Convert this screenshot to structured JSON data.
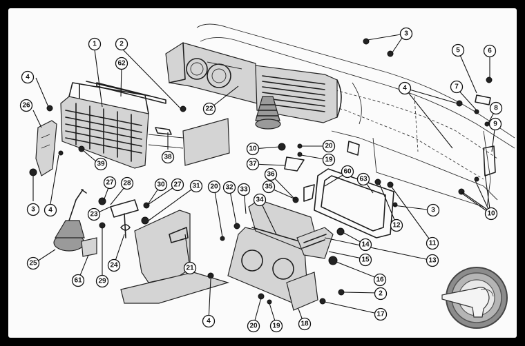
{
  "diagram": {
    "callouts": [
      {
        "id": "c1",
        "label": "1"
      },
      {
        "id": "c2a",
        "label": "2"
      },
      {
        "id": "c62",
        "label": "62"
      },
      {
        "id": "c4a",
        "label": "4"
      },
      {
        "id": "c26",
        "label": "26"
      },
      {
        "id": "c3a",
        "label": "3"
      },
      {
        "id": "c4b",
        "label": "4"
      },
      {
        "id": "c39",
        "label": "39"
      },
      {
        "id": "c38",
        "label": "38"
      },
      {
        "id": "c22",
        "label": "22"
      },
      {
        "id": "c3b",
        "label": "3"
      },
      {
        "id": "c5",
        "label": "5"
      },
      {
        "id": "c6",
        "label": "6"
      },
      {
        "id": "c4c",
        "label": "4"
      },
      {
        "id": "c7",
        "label": "7"
      },
      {
        "id": "c8",
        "label": "8"
      },
      {
        "id": "c9",
        "label": "9"
      },
      {
        "id": "c10a",
        "label": "10"
      },
      {
        "id": "c20a",
        "label": "20"
      },
      {
        "id": "c19a",
        "label": "19"
      },
      {
        "id": "c37",
        "label": "37"
      },
      {
        "id": "c36",
        "label": "36"
      },
      {
        "id": "c60",
        "label": "60"
      },
      {
        "id": "c63",
        "label": "63"
      },
      {
        "id": "c3c",
        "label": "3"
      },
      {
        "id": "c10b",
        "label": "10"
      },
      {
        "id": "c27a",
        "label": "27"
      },
      {
        "id": "c28",
        "label": "28"
      },
      {
        "id": "c30",
        "label": "30"
      },
      {
        "id": "c27b",
        "label": "27"
      },
      {
        "id": "c31",
        "label": "31"
      },
      {
        "id": "c20b",
        "label": "20"
      },
      {
        "id": "c32",
        "label": "32"
      },
      {
        "id": "c33",
        "label": "33"
      },
      {
        "id": "c35",
        "label": "35"
      },
      {
        "id": "c34",
        "label": "34"
      },
      {
        "id": "c12",
        "label": "12"
      },
      {
        "id": "c11",
        "label": "11"
      },
      {
        "id": "c23",
        "label": "23"
      },
      {
        "id": "c14",
        "label": "14"
      },
      {
        "id": "c13",
        "label": "13"
      },
      {
        "id": "c15",
        "label": "15"
      },
      {
        "id": "c16",
        "label": "16"
      },
      {
        "id": "c25",
        "label": "25"
      },
      {
        "id": "c24",
        "label": "24"
      },
      {
        "id": "c21",
        "label": "21"
      },
      {
        "id": "c61",
        "label": "61"
      },
      {
        "id": "c29",
        "label": "29"
      },
      {
        "id": "c2b",
        "label": "2"
      },
      {
        "id": "c17",
        "label": "17"
      },
      {
        "id": "c4d",
        "label": "4"
      },
      {
        "id": "c20c",
        "label": "20"
      },
      {
        "id": "c19b",
        "label": "19"
      },
      {
        "id": "c18",
        "label": "18"
      }
    ]
  },
  "colors": {
    "background": "#000000",
    "sheet": "#fbfbfb",
    "ink": "#1d1d1d",
    "logo_badge": "#8c8c8c"
  }
}
